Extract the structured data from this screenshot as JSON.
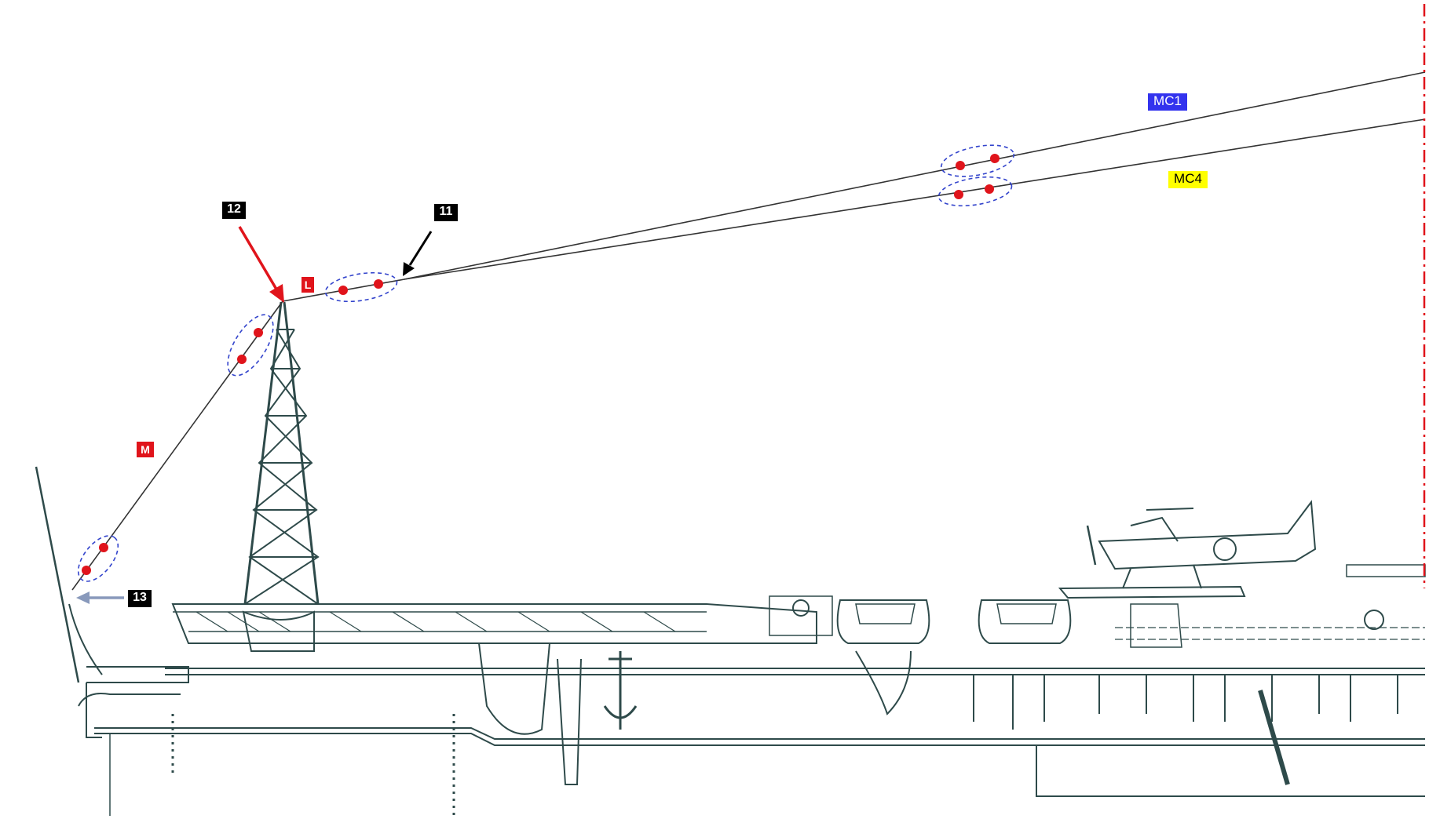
{
  "labels": {
    "callout_12": "12",
    "callout_11": "11",
    "callout_13": "13",
    "tag_L": "L",
    "tag_M": "M",
    "tag_MC1": "MC1",
    "tag_MC4": "MC4"
  },
  "colors": {
    "drawing": "#2e4a4a",
    "wire": "#333333",
    "marker": "#e0141b",
    "highlight_ellipse": "#3344cc",
    "centerline": "#e0141b",
    "callout_13_arrow": "#8899bb",
    "tag_MC1_bg": "#3333ee",
    "tag_MC4_bg": "#ffff00"
  }
}
